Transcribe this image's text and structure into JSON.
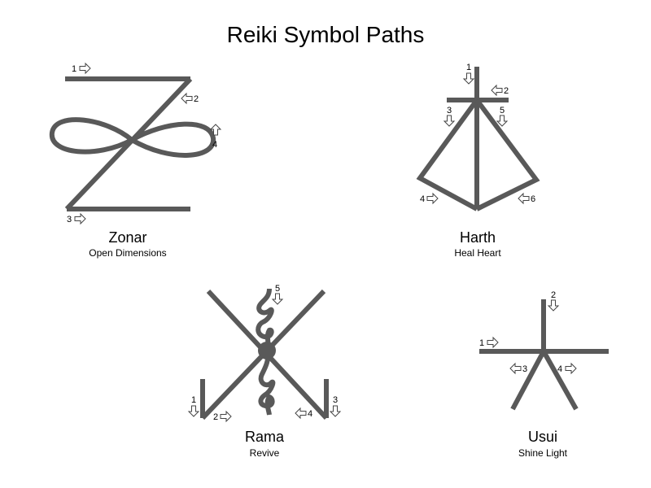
{
  "title": "Reiki Symbol Paths",
  "colors": {
    "stroke": "#595959",
    "text": "#000000",
    "arrow_fill": "#ffffff",
    "arrow_outline": "#444444",
    "background": "#ffffff"
  },
  "symbols": {
    "zonar": {
      "name": "Zonar",
      "meaning": "Open Dimensions",
      "steps": [
        {
          "num": "1",
          "direction": "right"
        },
        {
          "num": "2",
          "direction": "left"
        },
        {
          "num": "3",
          "direction": "right"
        },
        {
          "num": "4",
          "direction": "up"
        }
      ]
    },
    "harth": {
      "name": "Harth",
      "meaning": "Heal Heart",
      "steps": [
        {
          "num": "1",
          "direction": "down"
        },
        {
          "num": "2",
          "direction": "left"
        },
        {
          "num": "3",
          "direction": "down"
        },
        {
          "num": "5",
          "direction": "down"
        },
        {
          "num": "4",
          "direction": "right"
        },
        {
          "num": "6",
          "direction": "left"
        }
      ]
    },
    "rama": {
      "name": "Rama",
      "meaning": "Revive",
      "steps": [
        {
          "num": "5",
          "direction": "down"
        },
        {
          "num": "1",
          "direction": "down"
        },
        {
          "num": "2",
          "direction": "right"
        },
        {
          "num": "4",
          "direction": "left"
        },
        {
          "num": "3",
          "direction": "down"
        }
      ]
    },
    "usui": {
      "name": "Usui",
      "meaning": "Shine Light",
      "steps": [
        {
          "num": "2",
          "direction": "down"
        },
        {
          "num": "1",
          "direction": "right"
        },
        {
          "num": "3",
          "direction": "left"
        },
        {
          "num": "4",
          "direction": "right"
        }
      ]
    }
  }
}
